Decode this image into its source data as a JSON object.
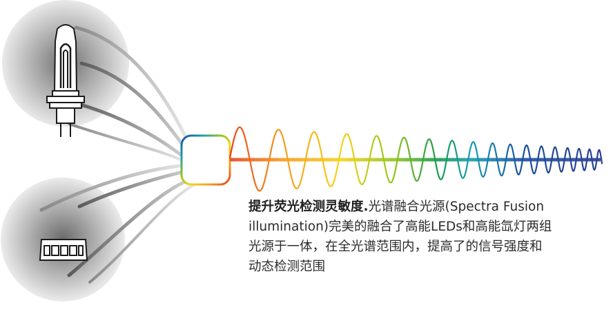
{
  "caption": {
    "lead": "提升荧光检测灵敏度.",
    "line1_rest": "光谱融合光源(Spectra Fusion",
    "line2": "illumination)完美的融合了高能LEDs和高能氙灯两组",
    "line3": "光源于一体，在全光谱范围内，提高了的信号强度和",
    "line4": "动态检测范围"
  },
  "icons": {
    "halogen_lamp": "halogen-lamp-icon",
    "led_module": "led-module-icon",
    "fusion_box": "light-fusion-box"
  },
  "spectrum_colors": [
    "#e8401c",
    "#f39a1e",
    "#f5d31b",
    "#8fc31f",
    "#1a9a4a",
    "#159bb0",
    "#1d4d9e",
    "#2a3f8f"
  ]
}
